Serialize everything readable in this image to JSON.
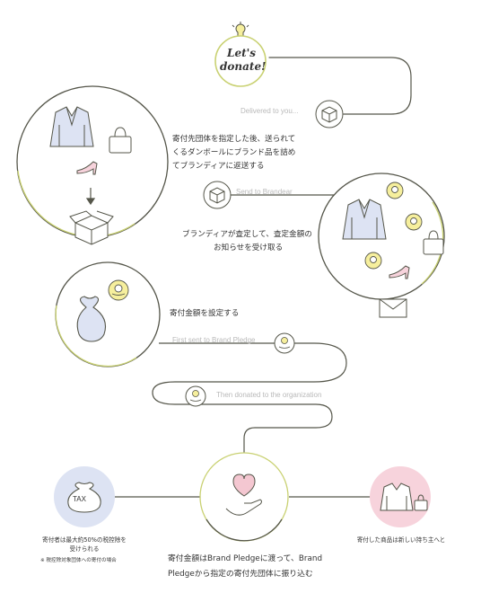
{
  "start_badge": {
    "line1": "Let's",
    "line2": "donate!"
  },
  "routes": {
    "delivered": "Delivered to you...",
    "send_brandear": "Send to Brandear",
    "first_sent": "First sent to Brand Pledge",
    "then_donated": "Then donated to the organization"
  },
  "steps": {
    "step1": {
      "line1": "寄付先団体を指定した後、送られて",
      "line2": "くるダンボールにブランド品を詰め",
      "line3": "てブランディアに返送する"
    },
    "step2": {
      "line1": "ブランディアが査定して、査定金額の",
      "line2": "お知らせを受け取る"
    },
    "step3": {
      "line1": "寄付金額を設定する"
    },
    "final": {
      "line1": "寄付金額はBrand Pledgeに渡って、Brand",
      "line2": "Pledgeから指定の寄付先団体に振り込む"
    }
  },
  "tax": {
    "badge": "TAX",
    "line1": "寄付者は最大約50%の税控除を",
    "line2": "受けられる",
    "note": "※ 税控除対象団体への寄付の場合"
  },
  "reuse": {
    "label": "寄付した商品は新しい持ち主へと"
  },
  "colors": {
    "line": "#55564a",
    "outline": "#c9d172",
    "sky": "#dde3f3",
    "pink": "#f7d3dc",
    "yellow": "#f6ef9d",
    "heart": "#f4c7d1"
  }
}
